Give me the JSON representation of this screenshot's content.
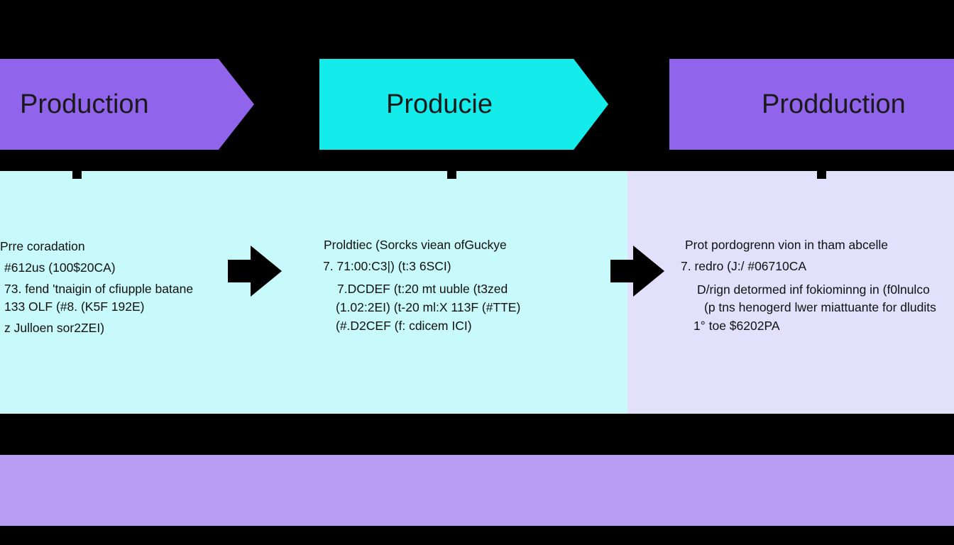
{
  "stages": [
    {
      "title": "Production",
      "color": "#9164ec",
      "notes": [
        "Prre coradation",
        "#612us (100$20CA)",
        "73. fend 'tnaigin of cfiupple batane",
        "133 OLF (#8. (K5F 192E)",
        "z Julloen sor2ZEI)"
      ]
    },
    {
      "title": "Producie",
      "color": "#14ecec",
      "notes": [
        "Proldtiec (Sorcks viean ofGuckye",
        "7. 71:00:C3|) (t:3 6SCI)",
        "7.DCDEF (t:20 mt uuble (t3zed",
        "(1.02:2EI) (t-20 ml:X 113F (#TTE)",
        "(#.D2CEF (f: cdicem ICI)"
      ]
    },
    {
      "title": "Prodduction",
      "color": "#9164ec",
      "notes": [
        "Prot pordogrenn vion in tham abcelle",
        "7. redro (J:/ #06710CA",
        "D/rign detormed inf fokiominng in (f0lnulco",
        "(p tns henogerd lwer miattuante for dludits",
        "1°  toe $6202PA"
      ]
    }
  ],
  "colors": {
    "background": "#000000",
    "panel_left": "#c8f9fb",
    "panel_right": "#e3e0fb",
    "footer_band": "#b89df3",
    "arrow": "#000000"
  },
  "icons": {
    "flow_arrow": "right-arrow-icon"
  }
}
